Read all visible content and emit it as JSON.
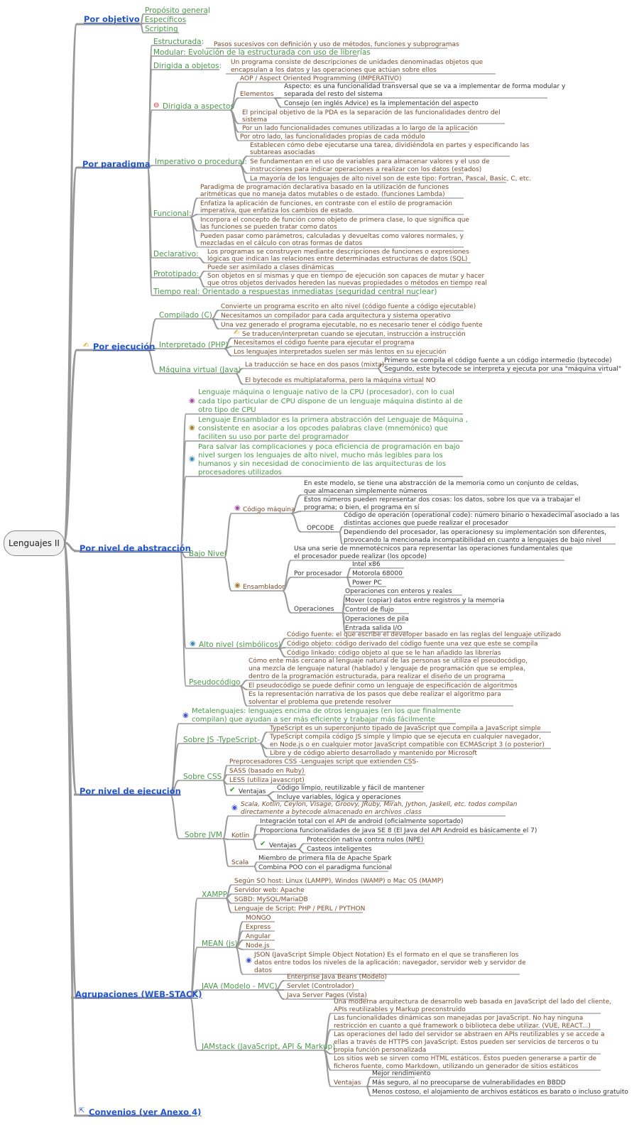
{
  "root": {
    "label": "Lenguajes II"
  },
  "icons": {
    "info": "info-icon",
    "check": "check-icon",
    "hand": "hand-icon",
    "minus": "minus-circle-icon",
    "link": "link-icon"
  },
  "colors": {
    "branch_line": "#999999",
    "level1": "#2255cc",
    "level2": "#4a9a4a",
    "level3": "#7a4a2a",
    "leaf": "#333333"
  },
  "obj": {
    "title": "Por objetivo",
    "items": [
      "Propósito general",
      "Específicos",
      "Scripting"
    ]
  },
  "par": {
    "title": "Por paradigma",
    "estructurada": "Estructurada:",
    "estructurada_desc": "Pasos sucesivos con definición y uso de métodos, funciones y subprogramas",
    "modular": "Modular: Evolución de la estructurada con uso de librerías",
    "dirigida_objetos": "Dirigida a objetos:",
    "dirigida_objetos_desc1": "Un programa consiste de descripciones de unidades denominadas objetos que",
    "dirigida_objetos_desc2": "encapsulan a los datos y las operaciones que actúan sobre ellos",
    "aspectos": "Dirigida a aspectos",
    "aop": "AOP / Aspect Oriented Programming (IMPERATIVO)",
    "elementos": "Elementos",
    "aspecto1": "Aspecto: es una funcionalidad transversal que se va a implementar de forma modular y",
    "aspecto2": "separada del resto del sistema",
    "consejo": "Consejo (en inglés Advice) es la implementación del aspecto",
    "pda1": "El principal objetivo de la PDA es la separación de las funcionalidades dentro del",
    "pda2": "sistema",
    "porunlado": "Por un lado funcionalidades comunes utilizadas a lo largo de la aplicación",
    "porotrolado": "Por otro lado, las funcionalidades propias de cada módulo",
    "imperativo": "Imperativo o procedural:",
    "imp1a": "Establecen cómo debe ejecutarse una tarea, dividiéndola en partes y especificando las",
    "imp1b": "subtareas asociadas",
    "imp2a": "Se fundamentan en el uso de variables para almacenar valores y el uso de",
    "imp2b": "instrucciones para indicar operaciones a realizar con los datos (estados)",
    "imp3": "La mayoría de los lenguajes de alto nivel son de este tipo: Fortran, Pascal, Basic, C, etc.",
    "funcional": "Funcional:",
    "fun1a": "Paradigma de programación declarativa basado en la utilización de funciones",
    "fun1b": "aritméticas que no maneja datos mutables o de estado. (funciones Lambda)",
    "fun2a": "Enfatiza la aplicación de funciones, en contraste con el estilo de programación",
    "fun2b": "imperativa, que enfatiza los cambios de estado.",
    "fun3a": "Incorpora el concepto de función como objeto de primera clase, lo que significa que",
    "fun3b": "las funciones se pueden tratar como datos",
    "fun4a": "Pueden pasar como parámetros, calculadas y devueltas como valores normales, y",
    "fun4b": "mezcladas en el cálculo con otras formas de datos",
    "declarativo": "Declarativo:",
    "dec1a": "Los programas se construyen mediante descripciones de funciones o expresiones",
    "dec1b": "lógicas que indican las relaciones entre determinadas estructuras de datos (SQL)",
    "prototipado": "Prototipado:",
    "pro1": "Puede ser asimilado a clases dinámicas",
    "pro2a": "Son objetos en sí mismas y que en tiempo de ejecución son capaces de mutar y hacer",
    "pro2b": "que otros objetos derivados hereden las nuevas propiedades o métodos en tiempo real",
    "tiempo_real": "Tiempo real: Orientado a respuestas inmediatas (seguridad central nuclear)"
  },
  "eje": {
    "title": "Por ejecución",
    "compilado": "Compilado (C)",
    "c1": "Convierte un programa escrito en alto nivel (código fuente a código ejecutable)",
    "c2": "Necesitamos un compilador para cada arquitectura y sistema operativo",
    "c3": "Una vez generado el programa ejecutable, no es necesario tener el código fuente",
    "interpretado": "Interpretado (PHP)",
    "i1": "Se traducen/interpretan cuando se ejecutan, instrucción a instrucción",
    "i2": "Necesitamos el código fuente para ejecutar el programa",
    "i3": "Los lenguajes interpretados suelen ser más lentos en su ejecución",
    "maquina_virtual": "Máquina virtual (Java)",
    "mv1": "La traducción se hace en dos pasos (mixta)",
    "mv1a": "Primero se compila el código fuente a un código intermedio (bytecode)",
    "mv1b": "Segundo, este bytecode se interpreta y ejecuta por una \"máquina virtual\"",
    "mv2": "El bytecode es multiplataforma, pero la máquina virtual NO"
  },
  "abs": {
    "title": "Por nivel de abstracción",
    "n1a": "Lenguaje máquina o lenguaje nativo de la CPU (procesador), con lo cual",
    "n1b": "cada tipo particular de CPU dispone de un lenguaje máquina distinto al de",
    "n1c": "otro tipo de CPU",
    "n2a": "Lenguaje Ensamblador es la primera abstracción del Lenguaje de Máquina ,",
    "n2b": "consistente en asociar a los opcodes palabras clave (mnemónico) que",
    "n2c": "faciliten su uso por parte del programador",
    "n3a": "Para salvar las complicaciones y poca eficiencia de programación en bajo",
    "n3b": "nivel surgen los lenguajes de alto nivel, mucho más legibles para los",
    "n3c": "humanos y sin necesidad de conocimiento de las arquitecturas de los",
    "n3d": "procesadores utilizados",
    "bajo_nivel": "Bajo Nivel",
    "codigo_maquina": "Código máquina",
    "cm1a": "En este modelo, se tiene una abstracción de la memoria como un conjunto de celdas,",
    "cm1b": "que almacenan simplemente números",
    "cm2a": "Estos números pueden representar dos cosas: los datos, sobre los que va a trabajar el",
    "cm2b": "programa; o bien, el programa en sí",
    "opcode": "OPCODE",
    "op1a": "Código de operación (operational code): número binario o hexadecimal asociado a las",
    "op1b": "distintas acciones que puede realizar el procesador",
    "op2a": "Dependiendo del procesador, las operacionesy su implementación son diferentes,",
    "op2b": "provocando la mencionada incompatibilidad en cuanto a lenguajes de bajo nivel",
    "ensamblador": "Ensamblador",
    "en1a": "Usa una serie de mnemotécnicos para representar las operaciones fundamentales que",
    "en1b": "el procesador puede realizar (los opcode)",
    "por_procesador": "Por procesador",
    "proc": [
      "Intel x86",
      "Motorola 68000",
      "Power PC"
    ],
    "operaciones": "Operaciones",
    "ops": [
      "Operaciones con enteros y reales",
      "Mover (copiar) datos entre registros y la memoria",
      "Control de flujo",
      "Operaciones de pila",
      "Entrada salida I/O"
    ],
    "alto_nivel": "Alto nivel (simbólicos)",
    "an": [
      "Código fuente: el que escribe el developer basado en las reglas del lenguaje utilizado",
      "Código objeto: código derivado del código fuente una vez que este se compila",
      "Código linkado: código objeto al que se le han añadido las librerías"
    ],
    "pseudocodigo": "Pseudocódigo",
    "ps1a": "Cómo ente más cercano al lenguaje natural de las personas se utiliza el pseudocódigo,",
    "ps1b": "una mezcla de lenguaje natural (hablado) y lenguaje de programación que se emplea,",
    "ps1c": "dentro de la programación estructurada, para realizar el diseño de un programa",
    "ps2": "El pseudocódigo se puede definir como un lenguaje de especificación de algoritmos",
    "ps3a": "Es la representación narrativa de los pasos que debe realizar el algoritmo para",
    "ps3b": "solventar el problema que pretende resolver"
  },
  "ejn": {
    "title": "Por nivel de ejecución",
    "meta1": "Metalenguajes: lenguajes encima de otros lenguajes (en los que finalmente",
    "meta2": "compilan) que ayudan a ser más eficiente y trabajar más fácilmente",
    "js": "Sobre JS -TypeScript-",
    "js1": "TypeScript es un superconjunto tipado de JavaScript que compila a JavaScript simple",
    "js2a": "TypeScript compila código JS simple y limpio que se ejecuta en cualquier navegador,",
    "js2b": "en Node.js o en cualquier motor JavaScript compatible con ECMAScript 3 (o posterior)",
    "js3": "Libre y de código abierto desarrollado y mantenido por Microsoft",
    "css": "Sobre CSS",
    "css1": "Preprocesadores CSS -Lenguajes script que extienden CSS-",
    "css2": "SASS (basado en Ruby)",
    "css3": "LESS (utiliza javascript)",
    "ventajas": "Ventajas",
    "v1": "Código limpio, reutilizable y fácil de mantener",
    "v2": "Incluye variables, lógica y operaciones",
    "jvm": "Sobre JVM",
    "jvm_note1": "Scala, Kotlin, Ceylon, Visage, Groovy, JRuby, Mirah, Jython, Jaskell, etc. todos compilan",
    "jvm_note2": "directamente a bytecode almacenado en archivos .class",
    "kotlin": "Kotlin",
    "k1": "Integración total con el API de android (oficialmente soportado)",
    "k2": "Proporciona funcionalidades de java SE 8 (El Java del API Android es básicamente el 7)",
    "kv1": "Protección nativa contra nulos (NPE)",
    "kv2": "Casteos inteligentes",
    "scala": "Scala",
    "s1": "Miembro de primera fila de Apache Spark",
    "s2": "Combina POO con el paradigma funcional"
  },
  "web": {
    "title": "Agrupaciones (WEB-STACK)",
    "xampp": "XAMPP",
    "x": [
      "Según SO host: Linux (LAMPP), Windos (WAMP) o Mac OS (MAMP)",
      "Servidor web: Apache",
      "SGBD: MySQL/MariaDB",
      "Lenguaje de Script: PHP / PERL / PYTHON"
    ],
    "mean": "MEAN (js)",
    "m": [
      "MONGO",
      "Express",
      "Angular",
      "Node.js"
    ],
    "json1": "JSON (JavaScript Simple Object Notation) Es el formato en el que se transfieren los",
    "json2": "datos entre todos los niveles de la aplicación: navegador, servidor web y servidor de",
    "json3": "datos",
    "java": "JAVA (Modelo - MVC)",
    "j": [
      "Enterprise Java Beans (Modelo)",
      "Servlet (Controlador)",
      "Java Server Pages (Vista)"
    ],
    "jam": "JAMstack (JavaScript, API & Markup)",
    "jam1a": "Una moderna arquitectura de desarrollo web basada en JavaScript del lado del cliente,",
    "jam1b": "APIs reutilizables y Markup preconstruido",
    "jam2a": "Las funcionalidades dinámicas son manejadas por JavaScript. No hay ninguna",
    "jam2b": "restricción en cuanto a qué framework o biblioteca debe utilizar. (VUE, REACT...)",
    "jam3a": "Las operaciones del lado del servidor se abstraen en APIs reutilizables y se accede a",
    "jam3b": "ellas a través de HTTPS con JavaScript. Estos pueden ser servicios de terceros o tu",
    "jam3c": "propia función personalizada",
    "jam4a": "Los sitios web se sirven como HTML estáticos. Éstos pueden generarse a partir de",
    "jam4b": "ficheros fuente, como Markdown, utilizando un generador de sitios estáticos",
    "ventajas": "Ventajas",
    "jv": [
      "Mejor  rendimiento",
      "Más seguro, al no preocuparse de vulnerabilidades en BBDD",
      "Menos costoso, el alojamiento de archivos estáticos es barato o incluso gratuito"
    ]
  },
  "conv": {
    "title": "Convenios (ver Anexo 4)"
  }
}
